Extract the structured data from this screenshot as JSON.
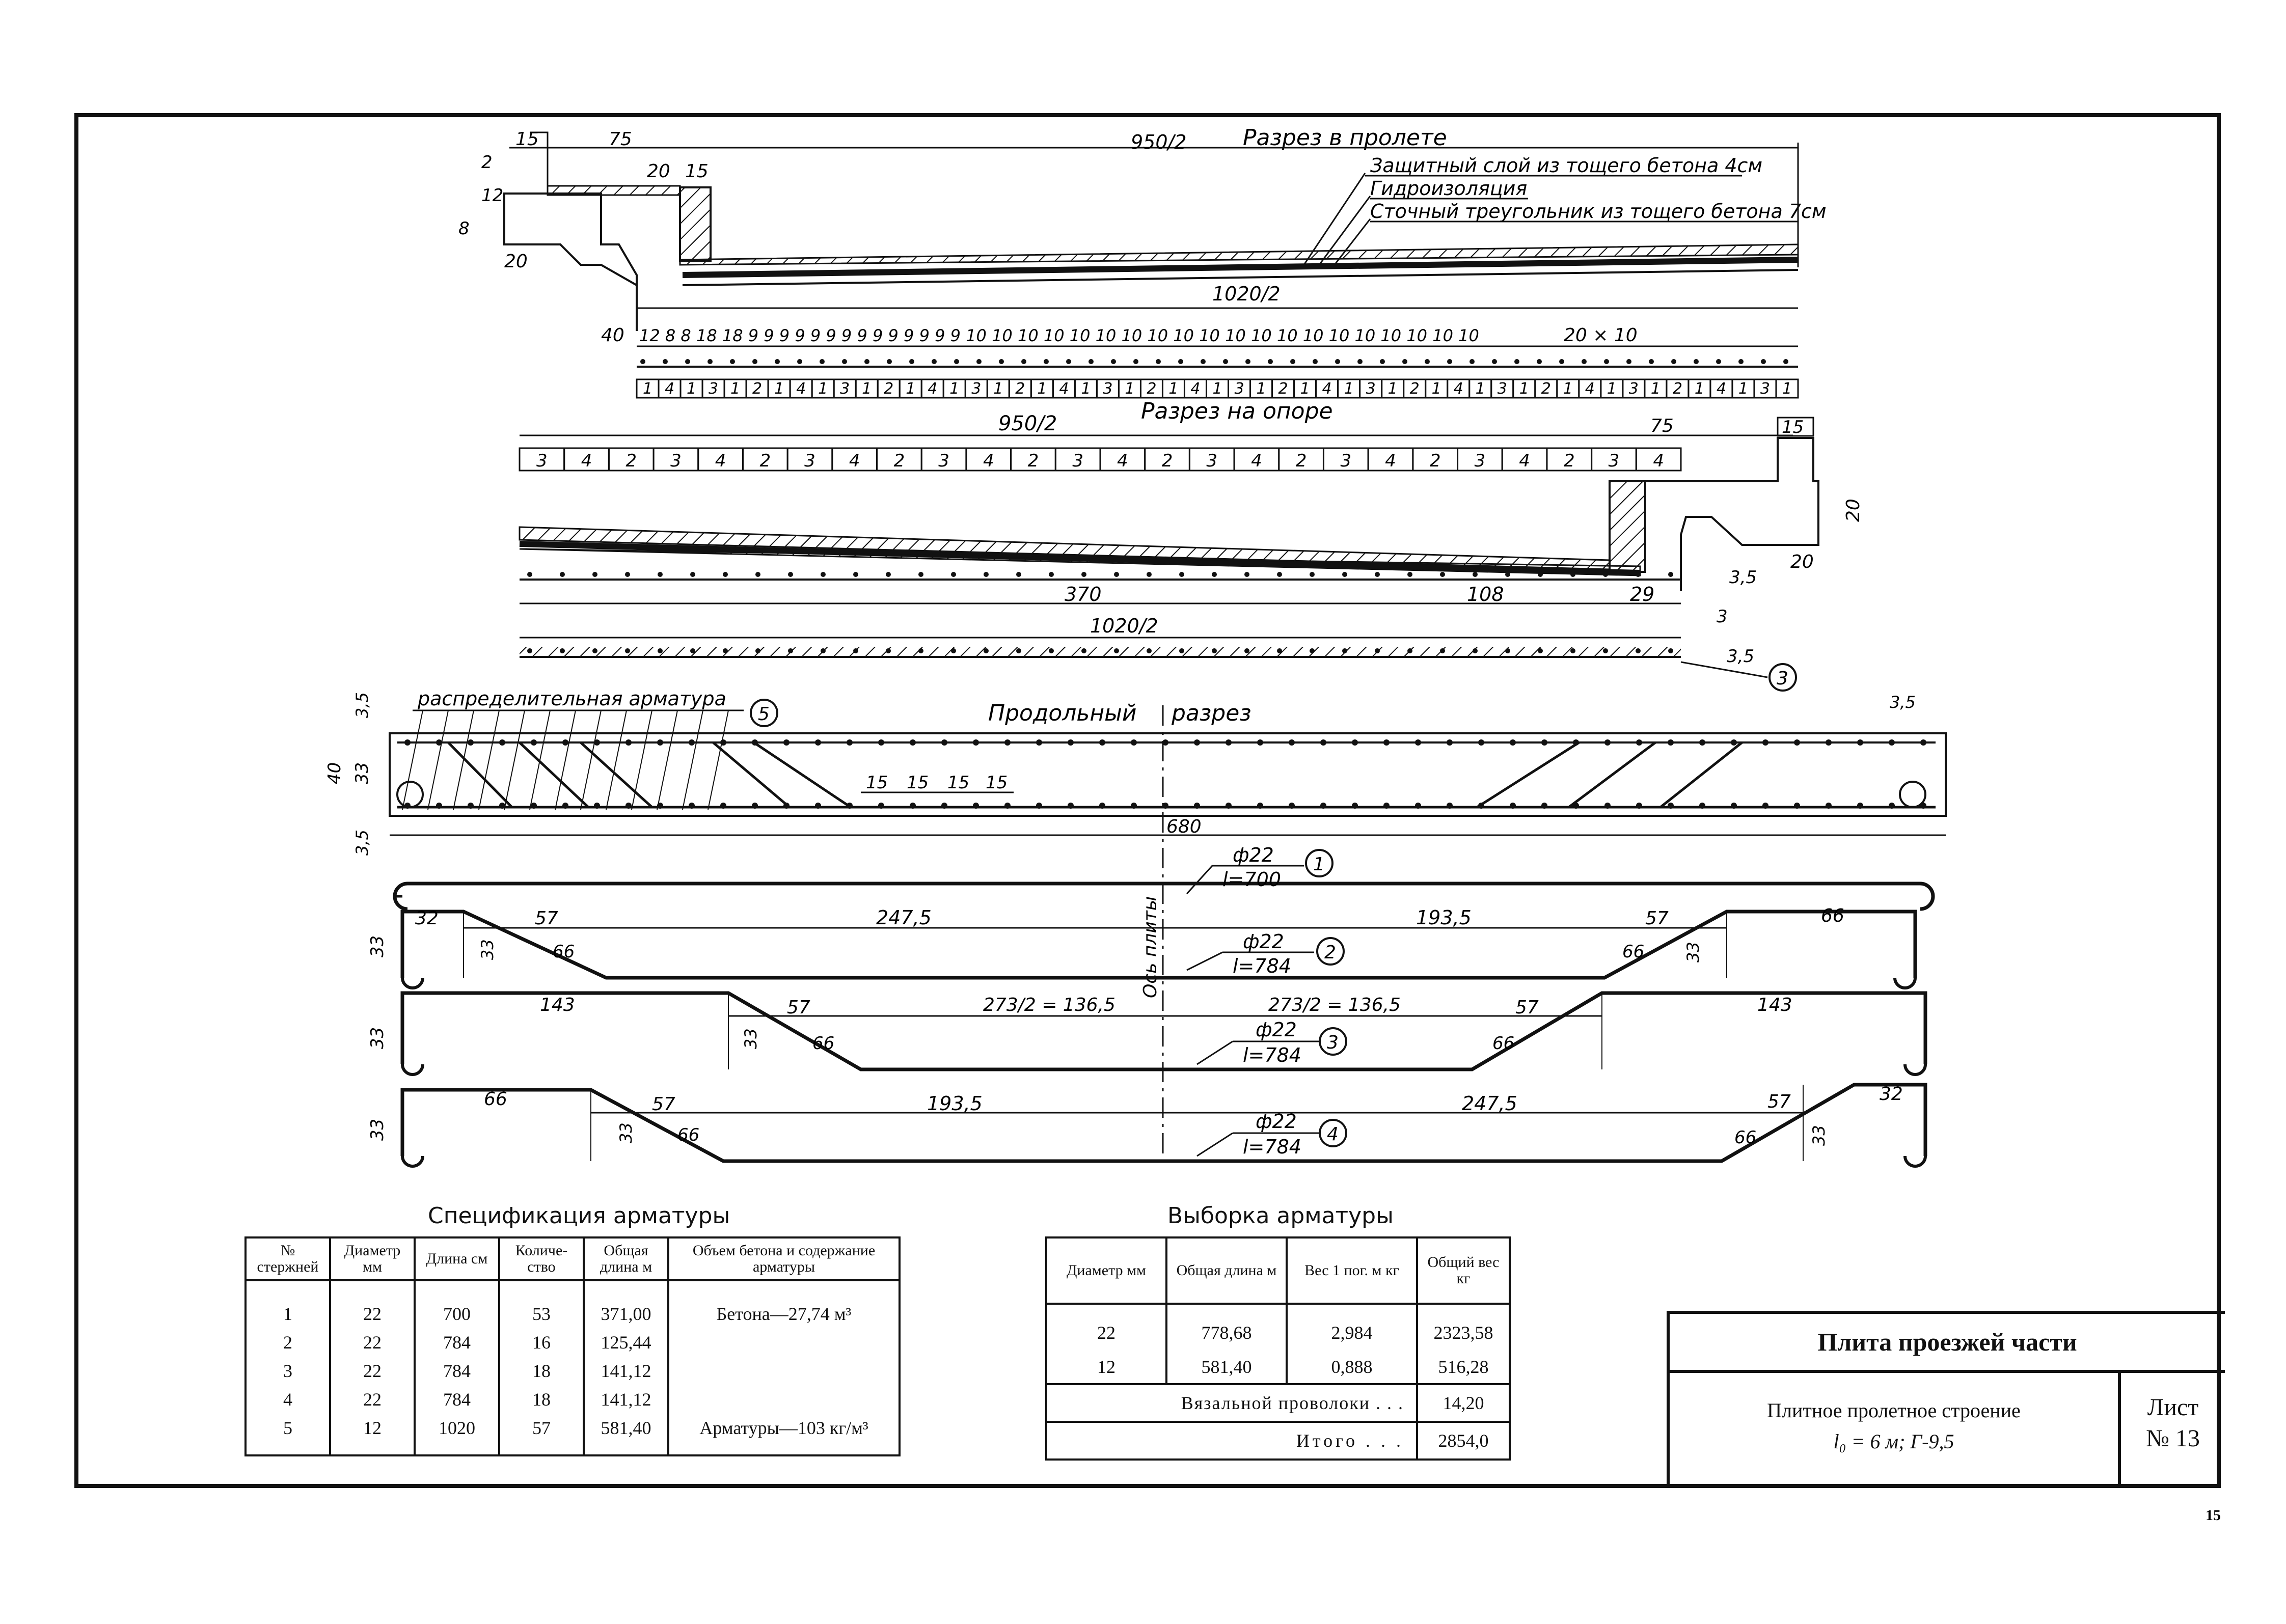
{
  "section_span": {
    "title": "Разрез в пролете",
    "dims": {
      "d15": "15",
      "d75": "75",
      "d950": "950/2",
      "d2": "2",
      "d8": "8",
      "d12": "12",
      "d20a": "20",
      "d15b": "15",
      "d20b": "20",
      "d40": "40",
      "d1020": "1020/2",
      "d2010": "20 × 10"
    },
    "labels": [
      "Защитный слой из тощего бетона 4см",
      "Гидроизоляция",
      "Сточный треугольник из тощего бетона 7см"
    ],
    "spacing_text": "12 8 8 18 18 9 9 9 9 9 9 9 9 9 9 9 9 9 9 10 10 10 10 10 10 10 10 10 10 10 10 10 10 10 10 10 10 10 10",
    "bars": [
      "1",
      "4",
      "1",
      "3",
      "1",
      "2",
      "1",
      "4",
      "1",
      "3",
      "1",
      "2",
      "1",
      "4",
      "1",
      "3",
      "1",
      "2",
      "1",
      "4",
      "1",
      "3",
      "1",
      "2",
      "1",
      "4",
      "1",
      "3",
      "1",
      "2",
      "1",
      "4",
      "1",
      "3",
      "1",
      "2",
      "1",
      "4",
      "1",
      "3",
      "1",
      "2",
      "1",
      "4",
      "1",
      "3",
      "1",
      "2",
      "1",
      "4",
      "1",
      "3",
      "1"
    ]
  },
  "section_support": {
    "title": "Разрез на опоре",
    "dims": {
      "d950": "950/2",
      "d75": "75",
      "d15": "15",
      "d20a": "20",
      "d20b": "20",
      "d35a": "3,5",
      "d370": "370",
      "d108": "108",
      "d29": "29",
      "d3": "3",
      "d1020": "1020/2",
      "d35b": "3,5"
    },
    "bars": [
      "3",
      "4",
      "2",
      "3",
      "4",
      "2",
      "3",
      "4",
      "2",
      "3",
      "4",
      "2",
      "3",
      "4",
      "2",
      "3",
      "4",
      "2",
      "3",
      "4",
      "2",
      "3",
      "4",
      "2",
      "3",
      "4"
    ],
    "callout": "3"
  },
  "longitudinal": {
    "title_left": "Продольный",
    "title_right": "разрез",
    "label_dist": "распределительная арматура",
    "callout": "5",
    "dims": {
      "d35t": "3,5",
      "d40": "40",
      "d33": "33",
      "d35b": "3,5",
      "d680": "680",
      "d15": "15",
      "d35r": "3,5"
    },
    "axis_label": "Ось плиты"
  },
  "bar_schedules": [
    {
      "num": "1",
      "dia": "ф22",
      "len": "l=700",
      "dims": []
    },
    {
      "num": "2",
      "dia": "ф22",
      "len": "l=784",
      "dims": [
        "32",
        "57",
        "247,5",
        "193,5",
        "57",
        "66",
        "33",
        "66",
        "33",
        "66",
        "33"
      ]
    },
    {
      "num": "3",
      "dia": "ф22",
      "len": "l=784",
      "dims": [
        "143",
        "57",
        "273/2 = 136,5",
        "273/2 = 136,5",
        "57",
        "143",
        "33",
        "66",
        "33",
        "66"
      ]
    },
    {
      "num": "4",
      "dia": "ф22",
      "len": "l=784",
      "dims": [
        "66",
        "57",
        "193,5",
        "247,5",
        "57",
        "32",
        "33",
        "66",
        "33",
        "66",
        "33"
      ]
    }
  ],
  "spec_table": {
    "title": "Спецификация арматуры",
    "headers": [
      "№ стержней",
      "Диаметр мм",
      "Длина см",
      "Количе-ство",
      "Общая длина м",
      "Объем бетона и содержание арматуры"
    ],
    "rows": [
      [
        "1",
        "22",
        "700",
        "53",
        "371,00",
        "Бетона—27,74 м³"
      ],
      [
        "2",
        "22",
        "784",
        "16",
        "125,44",
        ""
      ],
      [
        "3",
        "22",
        "784",
        "18",
        "141,12",
        ""
      ],
      [
        "4",
        "22",
        "784",
        "18",
        "141,12",
        ""
      ],
      [
        "5",
        "12",
        "1020",
        "57",
        "581,40",
        "Арматуры—103 кг/м³"
      ]
    ]
  },
  "pick_table": {
    "title": "Выборка арматуры",
    "headers": [
      "Диаметр мм",
      "Общая длина м",
      "Вес 1 пог. м кг",
      "Общий вес кг"
    ],
    "rows": [
      [
        "22",
        "778,68",
        "2,984",
        "2323,58"
      ],
      [
        "12",
        "581,40",
        "0,888",
        "516,28"
      ]
    ],
    "wire_label": "Вязальной проволоки . . .",
    "wire_value": "14,20",
    "total_label": "Итого . . .",
    "total_value": "2854,0"
  },
  "stamp": {
    "title": "Плита проезжей части",
    "subtitle1": "Плитное пролетное строение",
    "subtitle2": "l₀ = 6 м; Г-9,5",
    "sheet_label": "Лист",
    "sheet_no": "№ 13"
  },
  "page_number": "15"
}
